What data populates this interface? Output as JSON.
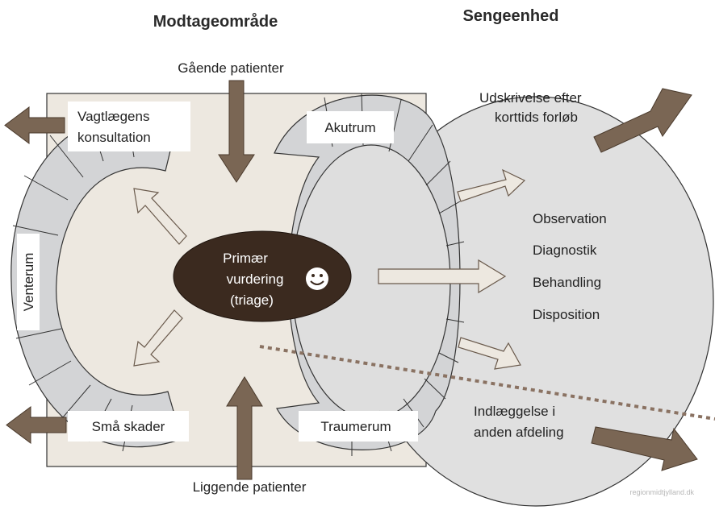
{
  "headings": {
    "left": "Modtageområde",
    "right": "Sengeenhed"
  },
  "flows": {
    "walking": "Gående patienter",
    "lying": "Liggende patienter",
    "discharge_line1": "Udskrivelse efter",
    "discharge_line2": "korttids forløb",
    "admission_line1": "Indlæggelse i",
    "admission_line2": "anden afdeling"
  },
  "rooms": {
    "consultation_line1": "Vagtlægens",
    "consultation_line2": "konsultation",
    "acute": "Akutrum",
    "waiting": "Venterum",
    "minor_injuries": "Små skader",
    "trauma": "Traumerum"
  },
  "triage": {
    "line1": "Primær",
    "line2": "vurdering",
    "line3": "(triage)"
  },
  "functions": [
    "Observation",
    "Diagnostik",
    "Behandling",
    "Disposition"
  ],
  "watermark": "regionmidtjylland.dk",
  "colors": {
    "reception_area": "#ede8e0",
    "bed_unit": "#e0e0e0",
    "ring": "#d3d4d6",
    "brown_arrow": "#7a6654",
    "light_arrow": "#ede8e0",
    "triage_fill": "#3b2a1f",
    "dotted_line": "#8a7262"
  }
}
